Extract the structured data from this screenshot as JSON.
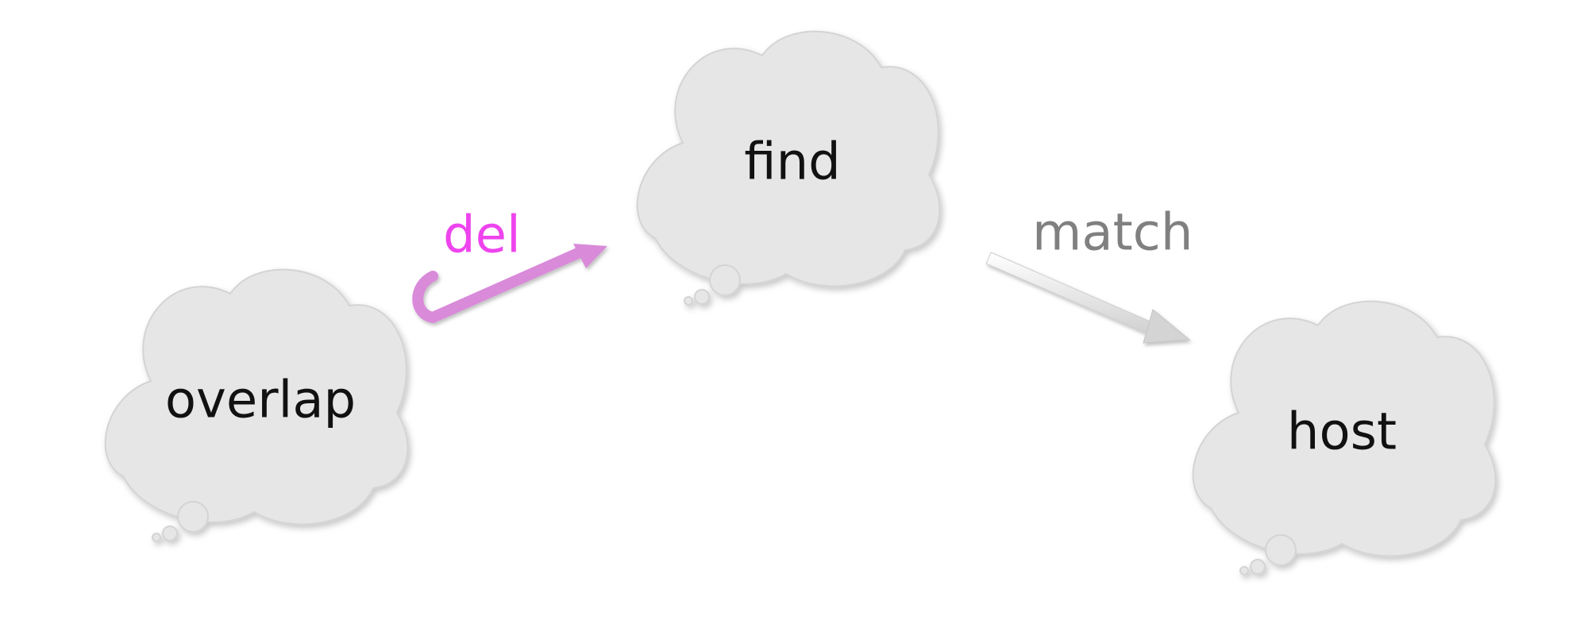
{
  "diagram": {
    "nodes": {
      "overlap": {
        "label": "overlap"
      },
      "find": {
        "label": "find"
      },
      "host": {
        "label": "host"
      }
    },
    "edges": {
      "del": {
        "label": "del",
        "from": "overlap",
        "to": "find",
        "color": "#ee44ee",
        "arrow_color": "#d98ad9"
      },
      "match": {
        "label": "match",
        "from": "find",
        "to": "host",
        "color": "#808080",
        "arrow_color": "#dddddd"
      }
    },
    "colors": {
      "cloud_fill": "#e6e6e6",
      "cloud_stroke": "#d0d0d0",
      "text": "#111111"
    }
  }
}
